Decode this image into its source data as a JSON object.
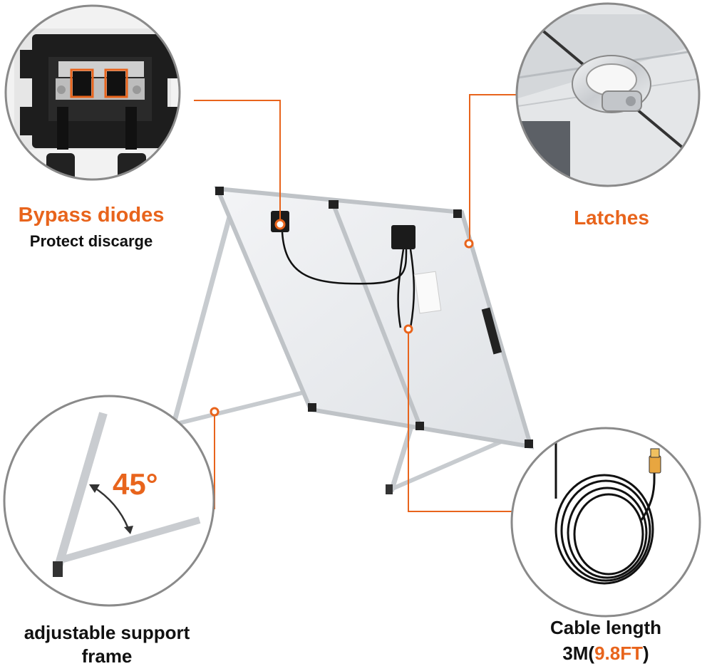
{
  "callouts": {
    "bypass": {
      "title": "Bypass diodes",
      "subtitle": "Protect discarge"
    },
    "latches": {
      "title": "Latches"
    },
    "support": {
      "line1": "adjustable support",
      "line2": "frame",
      "angle": "45°"
    },
    "cable": {
      "line1": "Cable length",
      "line2_prefix": "3M(",
      "line2_highlight": "9.8FT",
      "line2_suffix": ")"
    }
  },
  "colors": {
    "accent": "#e8641c",
    "panel": "#e9ecef",
    "frame": "#cfd3d6",
    "text": "#111111"
  },
  "icons": [
    "junction-box-icon",
    "latch-icon",
    "support-frame-icon",
    "cable-icon"
  ]
}
